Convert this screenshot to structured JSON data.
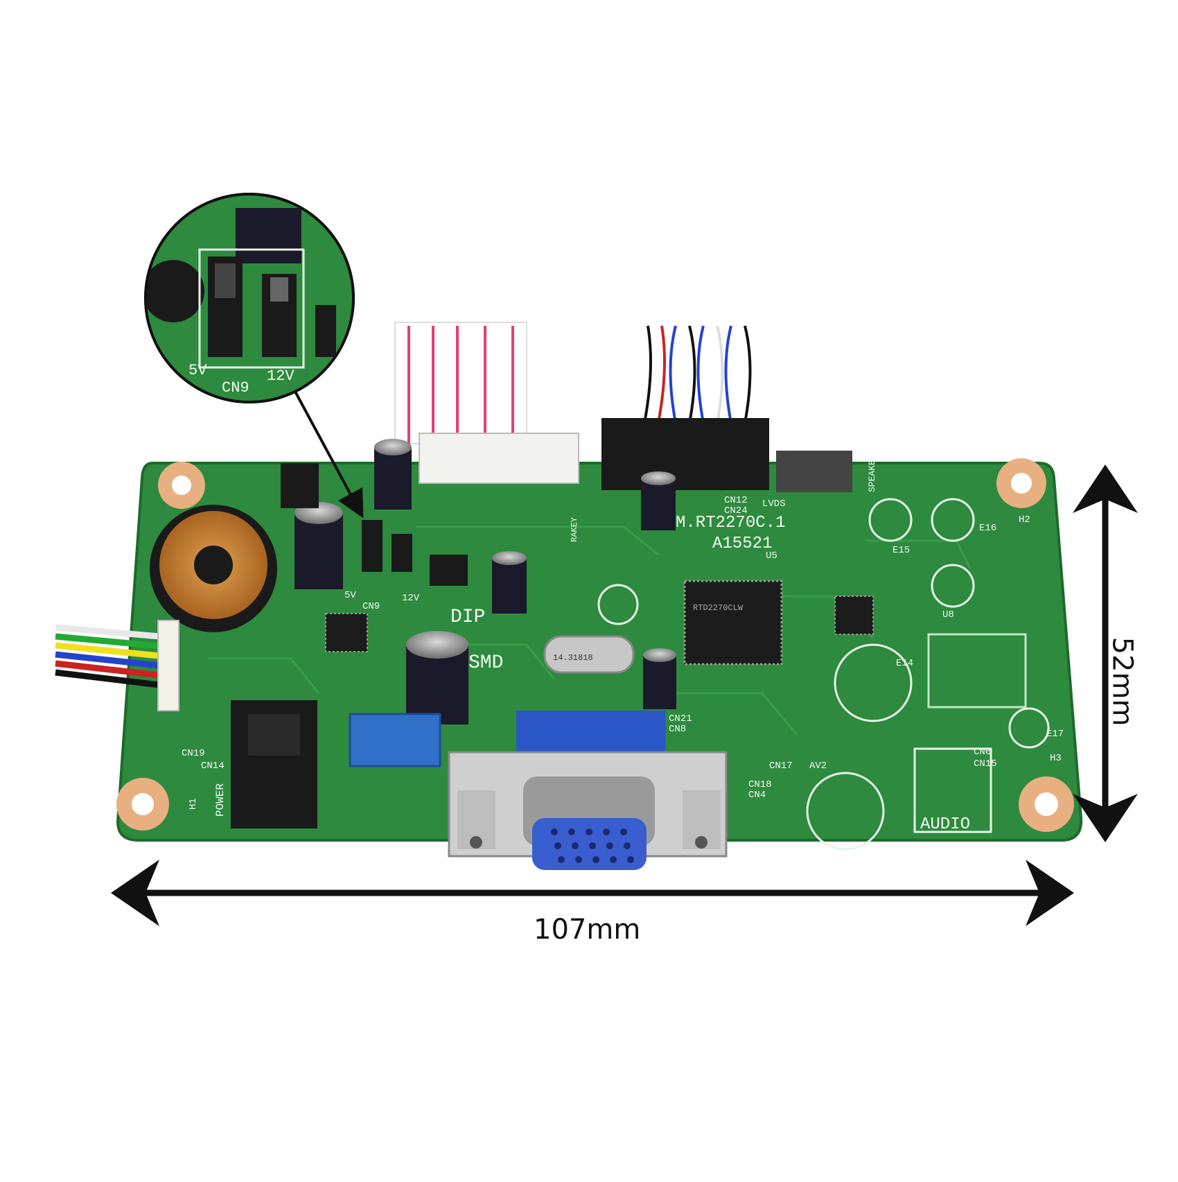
{
  "image": {
    "subject": "LCD controller board",
    "background": "#ffffff",
    "board_color": "#2e8a3e"
  },
  "dimensions": {
    "width_label": "107mm",
    "height_label": "52mm"
  },
  "silkscreen": {
    "model": "M.RT2270C.1",
    "code": "A15521",
    "lvds": "LVDS",
    "speaker": "SPEAKER",
    "dip": "DIP",
    "smd": "SMD",
    "power": "POWER",
    "audio": "AUDIO",
    "rakey": "RAKEY",
    "label_5v": "5V",
    "label_12v": "12V",
    "cn9": "CN9",
    "cn12": "CN12",
    "cn24": "CN24",
    "cn14": "CN14",
    "cn19": "CN19",
    "cn17": "CN17",
    "cn18": "CN18",
    "cn4": "CN4",
    "cn6": "CN6",
    "cn15": "CN15",
    "cn21": "CN21",
    "cn8": "CN8",
    "av2": "AV2",
    "u8": "U8",
    "u5": "U5",
    "e14": "E14",
    "e15": "E15",
    "e16": "E16",
    "e17": "E17",
    "h1": "H1",
    "h2": "H2",
    "h3": "H3"
  },
  "chips": {
    "main_ic": "RTD2270CLW",
    "crystal": "14.31818"
  },
  "inset": {
    "label_5v": "5V",
    "label_12v": "12V",
    "label_cn9": "CN9"
  }
}
